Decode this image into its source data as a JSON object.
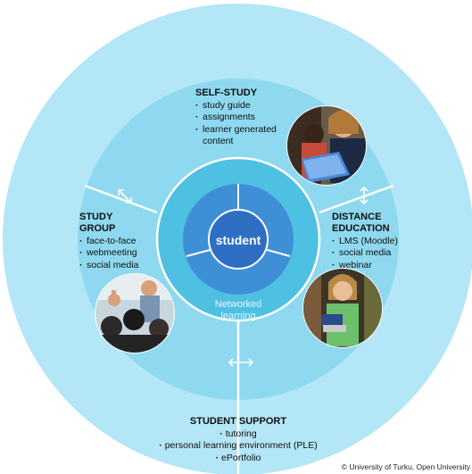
{
  "center_label": "student",
  "ring_label": "Networked learning",
  "self_study": {
    "title": "SELF-STUDY",
    "items": [
      "study guide",
      "assignments",
      "learner generated content"
    ]
  },
  "study_group": {
    "title_line1": "STUDY",
    "title_line2": "GROUP",
    "items": [
      "face-to-face",
      "webmeeting",
      "social media"
    ]
  },
  "distance_education": {
    "title_line1": "DISTANCE",
    "title_line2": "EDUCATION",
    "items": [
      "LMS (Moodle)",
      "social media",
      "webinar"
    ]
  },
  "student_support": {
    "title": "STUDENT SUPPORT",
    "items": [
      "tutoring",
      "personal learning environment (PLE)",
      "ePortfolio"
    ]
  },
  "credit": "© University of Turku, Open University",
  "colors": {
    "outer_ring": "#b3e6f6",
    "middle_ring": "#8ed9f0",
    "inner_ring": "#4ec0e2",
    "core_outer": "#3f8fd6",
    "core_inner": "#2e6fc4",
    "divider": "#ffffff"
  },
  "icons": {
    "arrows": "double-arrow-icon"
  }
}
